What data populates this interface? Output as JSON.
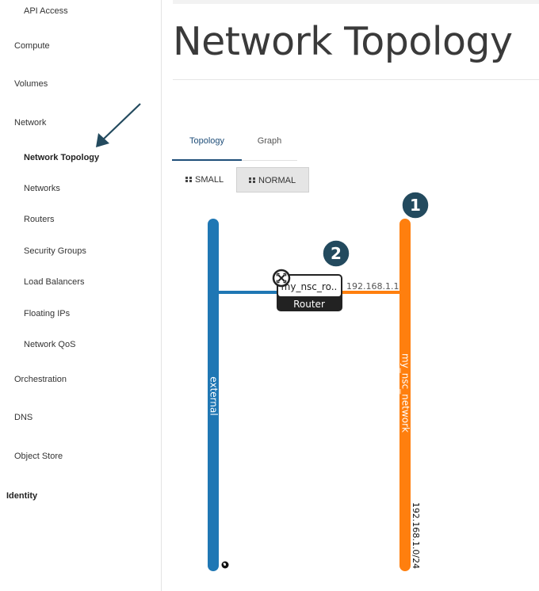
{
  "sidebar": {
    "items": [
      {
        "label": "API Access"
      },
      {
        "label": "Compute"
      },
      {
        "label": "Volumes"
      },
      {
        "label": "Network"
      },
      {
        "label": "Network Topology"
      },
      {
        "label": "Networks"
      },
      {
        "label": "Routers"
      },
      {
        "label": "Security Groups"
      },
      {
        "label": "Load Balancers"
      },
      {
        "label": "Floating IPs"
      },
      {
        "label": "Network QoS"
      },
      {
        "label": "Orchestration"
      },
      {
        "label": "DNS"
      },
      {
        "label": "Object Store"
      },
      {
        "label": "Identity"
      }
    ]
  },
  "main": {
    "title": "Network Topology",
    "tabs": [
      {
        "label": "Topology"
      },
      {
        "label": "Graph"
      }
    ],
    "view_buttons": [
      {
        "label": "SMALL"
      },
      {
        "label": "NORMAL"
      }
    ]
  },
  "topology": {
    "networks": [
      {
        "name": "external",
        "color": "#1f77b4"
      },
      {
        "name": "my_nsc_network",
        "color": "#ff7f0e",
        "cidr": "192.168.1.0/24"
      }
    ],
    "router": {
      "name": "my_nsc_ro..",
      "type_label": "Router",
      "port_ip": "192.168.1.1"
    },
    "callouts": [
      "1",
      "2"
    ],
    "callout_color": "#234a5e"
  }
}
